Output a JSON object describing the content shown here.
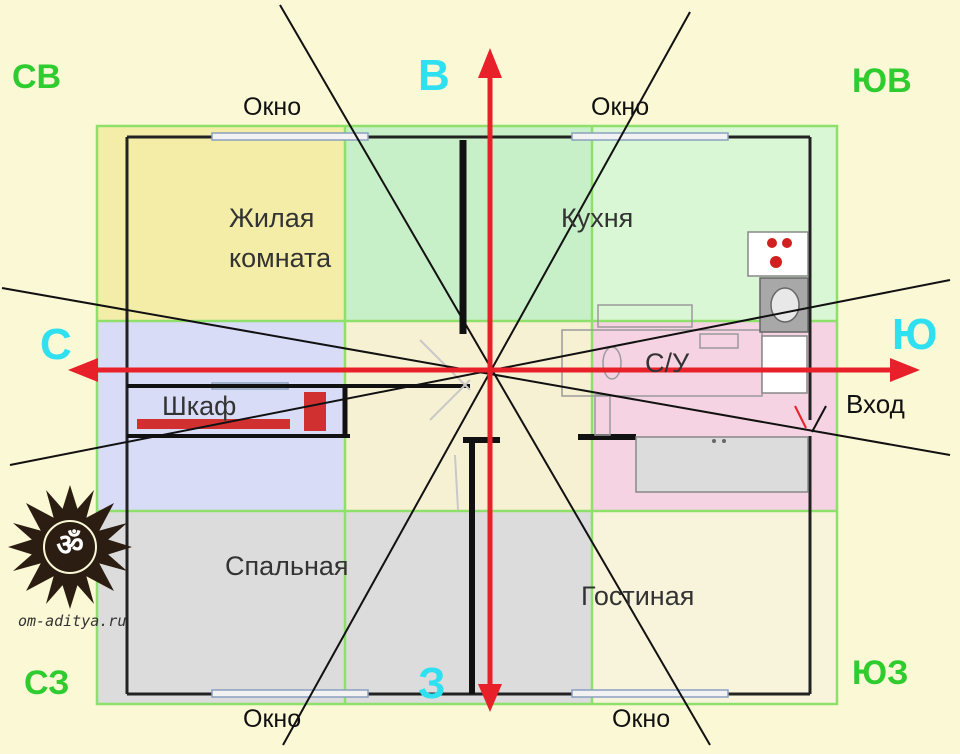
{
  "directions": {
    "north": "С",
    "south": "Ю",
    "east": "В",
    "west": "З",
    "northeast": "СВ",
    "southeast": "ЮВ",
    "northwest": "СЗ",
    "southwest": "ЮЗ"
  },
  "rooms": {
    "living_room_line1": "Жилая",
    "living_room_line2": "комната",
    "kitchen": "Кухня",
    "closet": "Шкаф",
    "bathroom": "С/У",
    "bedroom": "Спальная",
    "lounge": "Гостиная"
  },
  "windows": {
    "top_left": "Окно",
    "top_right": "Окно",
    "bottom_left": "Окно",
    "bottom_right": "Окно"
  },
  "entrance": "Вход",
  "logo": {
    "symbol": "ॐ",
    "site": "om-aditya.ru"
  },
  "colors": {
    "background": "#fbf8d6",
    "zone_yellow": "#f3eda8",
    "zone_green": "#c8f0c8",
    "zone_light_green": "#d9f7d4",
    "zone_blue": "#d8dcf6",
    "zone_cream": "#f7f1d3",
    "zone_pink": "#f5d3e2",
    "zone_gray": "#dcdcdc",
    "zone_ivory": "#f8f4dc",
    "grid_line": "#8fe06a",
    "axis_arrow": "#e8202a",
    "closet_fill": "#d03030",
    "corner_text": "#2ecc2e",
    "axis_text": "#2ee0f0"
  }
}
